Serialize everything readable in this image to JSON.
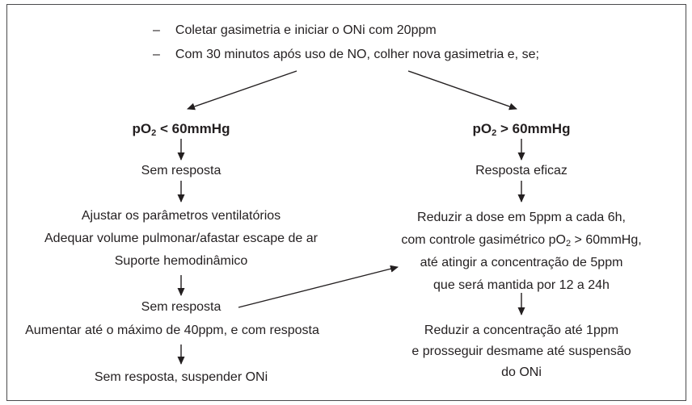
{
  "colors": {
    "text": "#231f20",
    "border": "#4a4a4c",
    "background": "#ffffff"
  },
  "flowchart": {
    "bullet_dash": "–",
    "intro_bullets": [
      "Coletar gasimetria e iniciar o ONi com 20ppm",
      "Com 30 minutos após uso de NO, colher nova gasimetria e, se;"
    ],
    "left_branch": {
      "header_pre": "pO",
      "header_sub": "2",
      "header_post": " < 60mmHg",
      "no_response_1": "Sem resposta",
      "action_1": "Ajustar os parâmetros ventilatórios",
      "action_2": "Adequar volume pulmonar/afastar escape de ar",
      "action_3": "Suporte hemodinâmico",
      "no_response_2": "Sem resposta",
      "increase": "Aumentar até o máximo de 40ppm, e com resposta",
      "outcome": "Sem resposta, suspender ONi"
    },
    "right_branch": {
      "header_pre": "pO",
      "header_sub": "2",
      "header_post": " > 60mmHg",
      "effective_response": "Resposta eficaz",
      "reduce_1": "Reduzir a dose em 5ppm a cada 6h,",
      "reduce_2_pre": "com controle gasimétrico pO",
      "reduce_2_sub": "2",
      "reduce_2_post": " > 60mmHg,",
      "reduce_3": "até atingir a concentração de 5ppm",
      "reduce_4": "que será mantida por 12 a 24h",
      "final_1": "Reduzir a concentração até 1ppm",
      "final_2": "e prosseguir desmame até suspensão",
      "final_3": "do ONi"
    }
  }
}
